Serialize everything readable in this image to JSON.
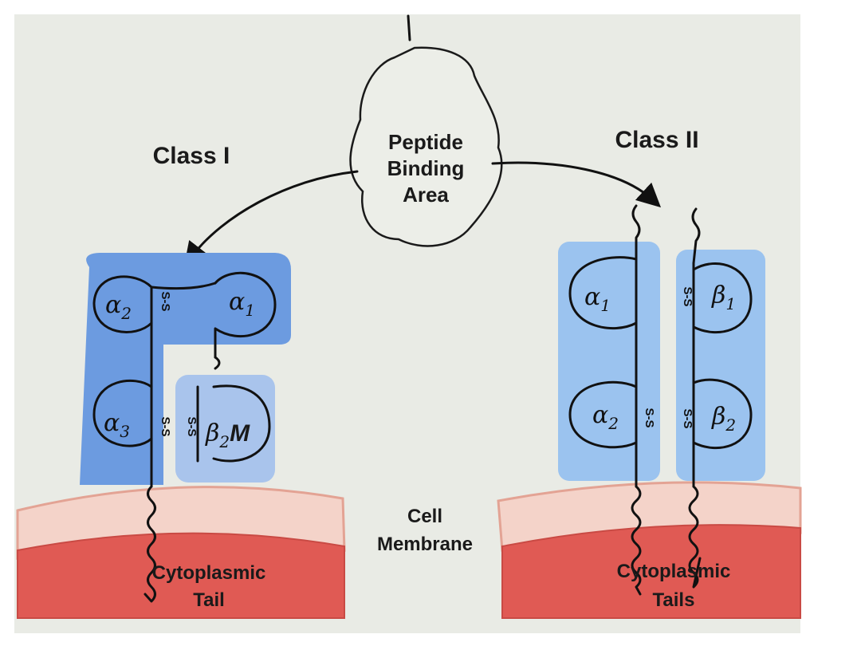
{
  "diagram": {
    "peptide_label_lines": [
      "Peptide",
      "Binding",
      "Area"
    ],
    "class1_title": "Class I",
    "class2_title": "Class II",
    "membrane_label_lines": [
      "Cell",
      "Membrane"
    ],
    "class1_tail_lines": [
      "Cytoplasmic",
      "Tail"
    ],
    "class2_tail_lines": [
      "Cytoplasmic",
      "Tails"
    ],
    "disulfide_label": "S-S",
    "class1_domains": {
      "alpha2": {
        "sym": "α",
        "sub": "2"
      },
      "alpha1": {
        "sym": "α",
        "sub": "1"
      },
      "alpha3": {
        "sym": "α",
        "sub": "3"
      },
      "b2m": {
        "sym": "β",
        "sub": "2",
        "suffix": "M"
      }
    },
    "class2_domains": {
      "alpha1": {
        "sym": "α",
        "sub": "1"
      },
      "alpha2": {
        "sym": "α",
        "sub": "2"
      },
      "beta1": {
        "sym": "β",
        "sub": "1"
      },
      "beta2": {
        "sym": "β",
        "sub": "2"
      }
    }
  },
  "colors": {
    "background": "#e9ebe5",
    "domain_fill": "#6c9be0",
    "b2m_fill": "#a9c4ec",
    "class2_fill": "#9bc3ef",
    "membrane_outer": "#f4d3c9",
    "membrane_inner": "#e05a54"
  }
}
